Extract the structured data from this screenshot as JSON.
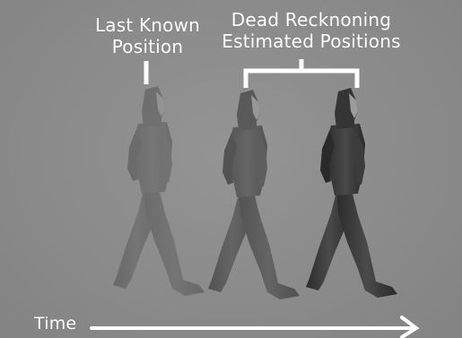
{
  "labels": {
    "last_known_line1": "Last Known",
    "last_known_line2": "Position",
    "dead_reckoning_line1": "Dead Recknoning",
    "dead_reckoning_line2": "Estimated Positions",
    "time": "Time"
  },
  "figures": [
    {
      "name": "last-known-figure",
      "opacity": 0.35
    },
    {
      "name": "estimated-figure-1",
      "opacity": 0.6
    },
    {
      "name": "estimated-figure-2",
      "opacity": 1.0
    }
  ],
  "colors": {
    "background": "#8c8c8c",
    "text": "#ffffff",
    "figure": "#3a3a3a"
  }
}
